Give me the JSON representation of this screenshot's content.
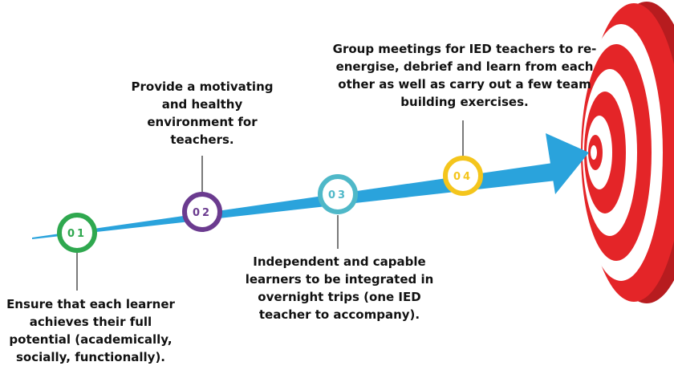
{
  "colors": {
    "arrow": "#2aa3dc",
    "target_red": "#e42528",
    "target_dark": "#b71c1f",
    "target_white": "#ffffff",
    "connector": "#222222"
  },
  "steps": [
    {
      "number": "01",
      "color": "#2fa84f",
      "text_color": "#2fa84f",
      "description": "Ensure that each learner achieves their full potential (academically, socially, functionally)."
    },
    {
      "number": "02",
      "color": "#6b3b8f",
      "text_color": "#6b3b8f",
      "description": "Provide a motivating and healthy environment for teachers."
    },
    {
      "number": "03",
      "color": "#4fb8c8",
      "text_color": "#4fb8c8",
      "description": "Independent and capable learners to be integrated in overnight trips (one IED teacher to accompany)."
    },
    {
      "number": "04",
      "color": "#f4c51c",
      "text_color": "#f4c51c",
      "description": "Group meetings for IED teachers to re-energise, debrief and learn from each other as well as carry out a few team building exercises."
    }
  ]
}
